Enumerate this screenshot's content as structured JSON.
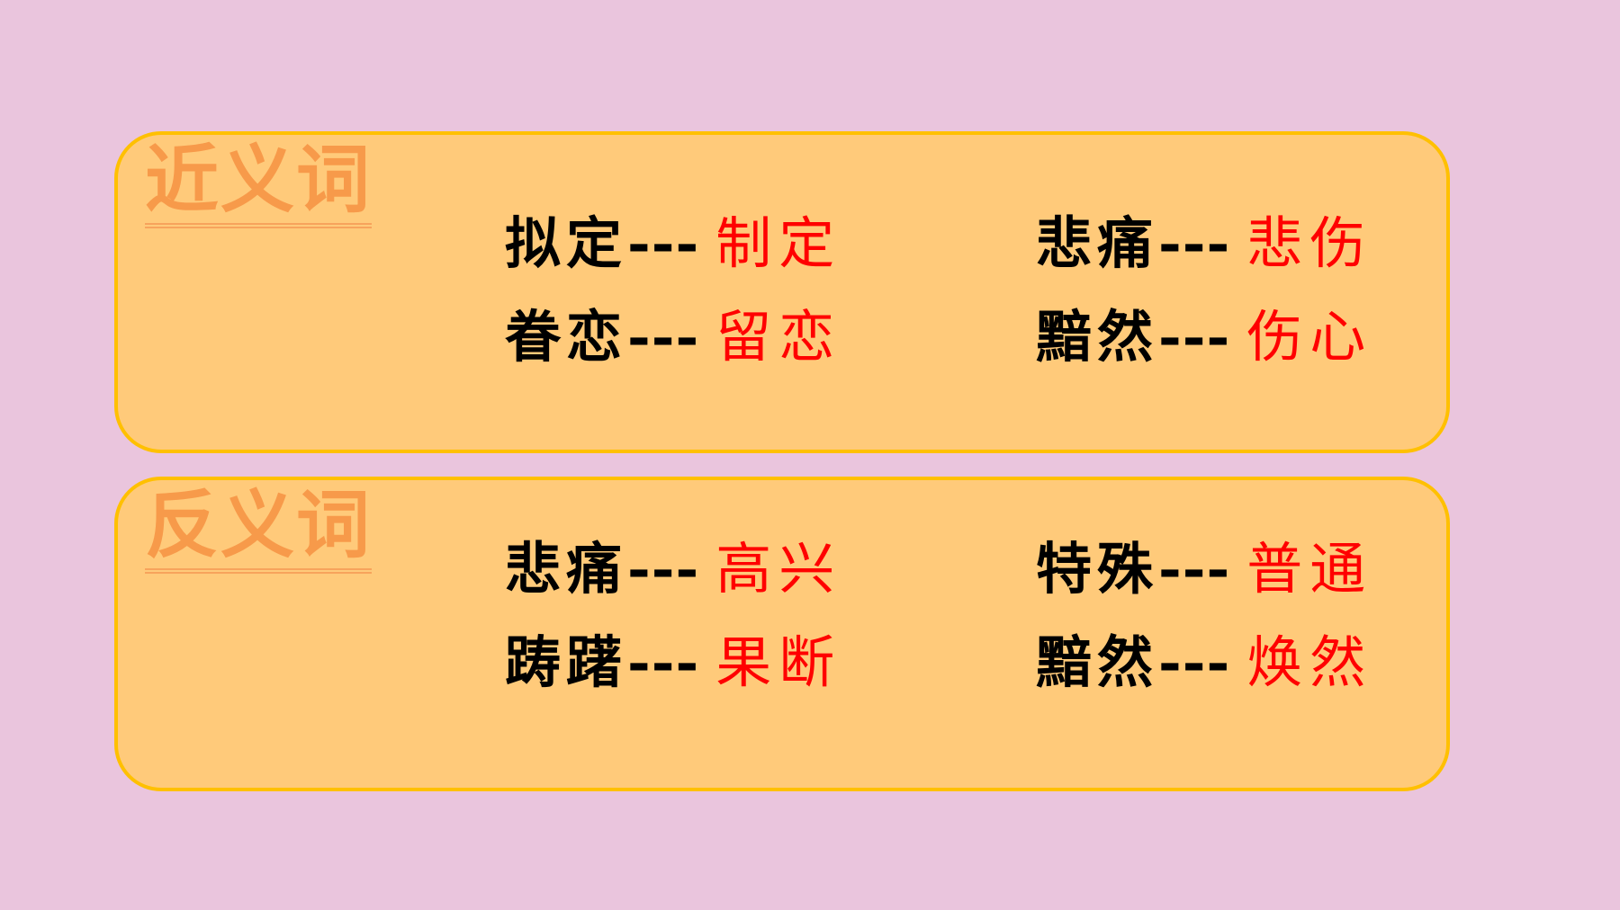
{
  "colors": {
    "background": "#eac5dd",
    "panel_fill": "#ffca7a",
    "panel_border": "#ffc000",
    "title": "#f79646",
    "word": "#000000",
    "answer": "#ff0000"
  },
  "synonyms": {
    "title": "近义词",
    "pairs": [
      {
        "word": "拟定",
        "sep": "---",
        "answer": "制定"
      },
      {
        "word": "悲痛",
        "sep": "---",
        "answer": "悲伤"
      },
      {
        "word": "眷恋",
        "sep": "---",
        "answer": "留恋"
      },
      {
        "word": "黯然",
        "sep": "---",
        "answer": "伤心"
      }
    ]
  },
  "antonyms": {
    "title": "反义词",
    "pairs": [
      {
        "word": "悲痛",
        "sep": "---",
        "answer": "高兴"
      },
      {
        "word": "特殊",
        "sep": "---",
        "answer": "普通"
      },
      {
        "word": "踌躇",
        "sep": "---",
        "answer": "果断"
      },
      {
        "word": "黯然",
        "sep": "---",
        "answer": "焕然"
      }
    ]
  }
}
